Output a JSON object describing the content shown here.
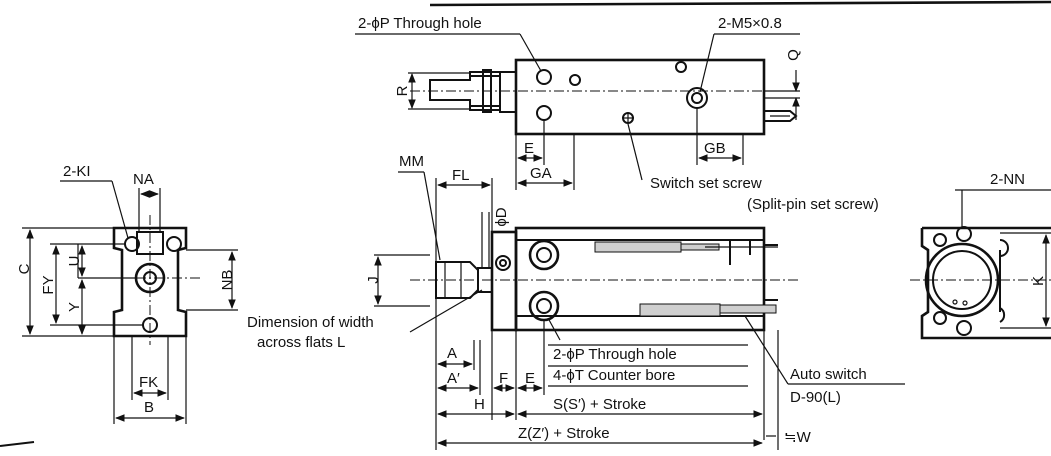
{
  "labels": {
    "through_hole_top": "2-ϕP Through hole",
    "thread": "2-M5×0.8",
    "R": "R",
    "Q": "Q",
    "E_top": "E",
    "GA": "GA",
    "GB": "GB",
    "switch_set_screw": "Switch set screw",
    "split_pin_set_screw": "(Split-pin set screw)",
    "KI": "2-KI",
    "NA": "NA",
    "C": "C",
    "FY": "FY",
    "U": "U",
    "Y": "Y",
    "NB": "NB",
    "FK": "FK",
    "B": "B",
    "MM": "MM",
    "FL": "FL",
    "phiD": "ϕD",
    "J": "J",
    "width_across_flats_1": "Dimension of width",
    "width_across_flats_2": "across flats L",
    "A": "A",
    "A_prime": "A′",
    "F": "F",
    "E_bottom": "E",
    "H": "H",
    "through_hole_bottom": "2-ϕP Through hole",
    "counter_bore": "4-ϕT Counter bore",
    "stroke_S": "S(S′) + Stroke",
    "stroke_Z": "Z(Z′) + Stroke",
    "auto_switch": "Auto switch",
    "auto_switch_model": "D-90(L)",
    "W": "≒W",
    "NN": "2-NN",
    "K": "K"
  }
}
